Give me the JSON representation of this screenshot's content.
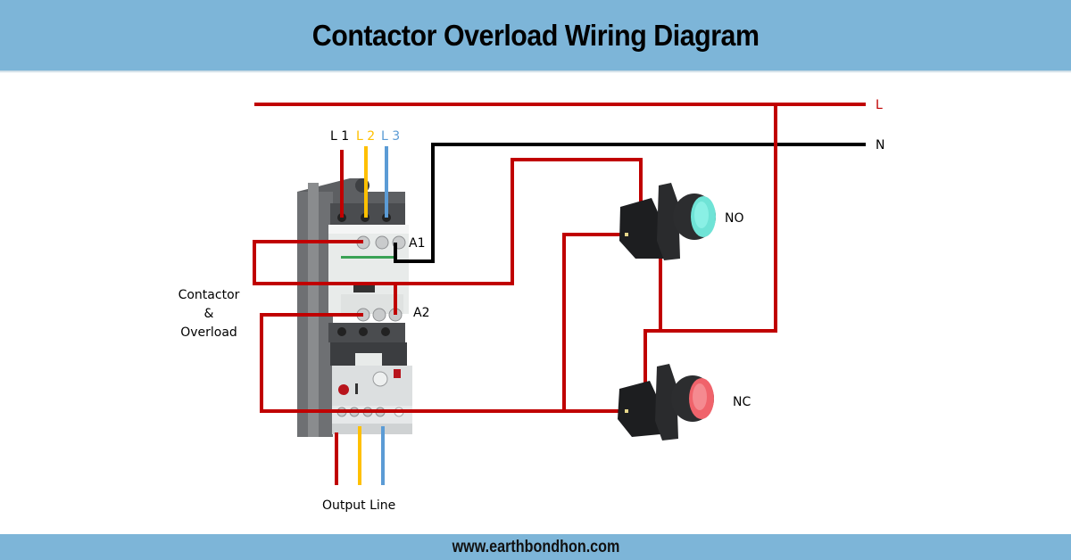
{
  "header": {
    "title": "Contactor Overload Wiring Diagram"
  },
  "footer": {
    "website": "www.earthbondhon.com"
  },
  "colors": {
    "banner": "#7db5d8",
    "line_wire": "#c00000",
    "neutral_wire": "#000000",
    "phase_l1": "#c00000",
    "phase_l2": "#ffc000",
    "phase_l3": "#5b9bd5",
    "no_button": "#6fe3d6",
    "nc_button": "#f0636b"
  },
  "supply": {
    "line_label": "L",
    "neutral_label": "N"
  },
  "phases": {
    "l1": "L 1",
    "l2": "L 2",
    "l3": "L 3"
  },
  "terminals": {
    "a1": "A1",
    "a2": "A2"
  },
  "components": {
    "contactor_label_line1": "Contactor",
    "contactor_label_line2": "&",
    "contactor_label_line3": "Overload",
    "no_button_label": "NO",
    "nc_button_label": "NC",
    "output_label": "Output Line"
  }
}
